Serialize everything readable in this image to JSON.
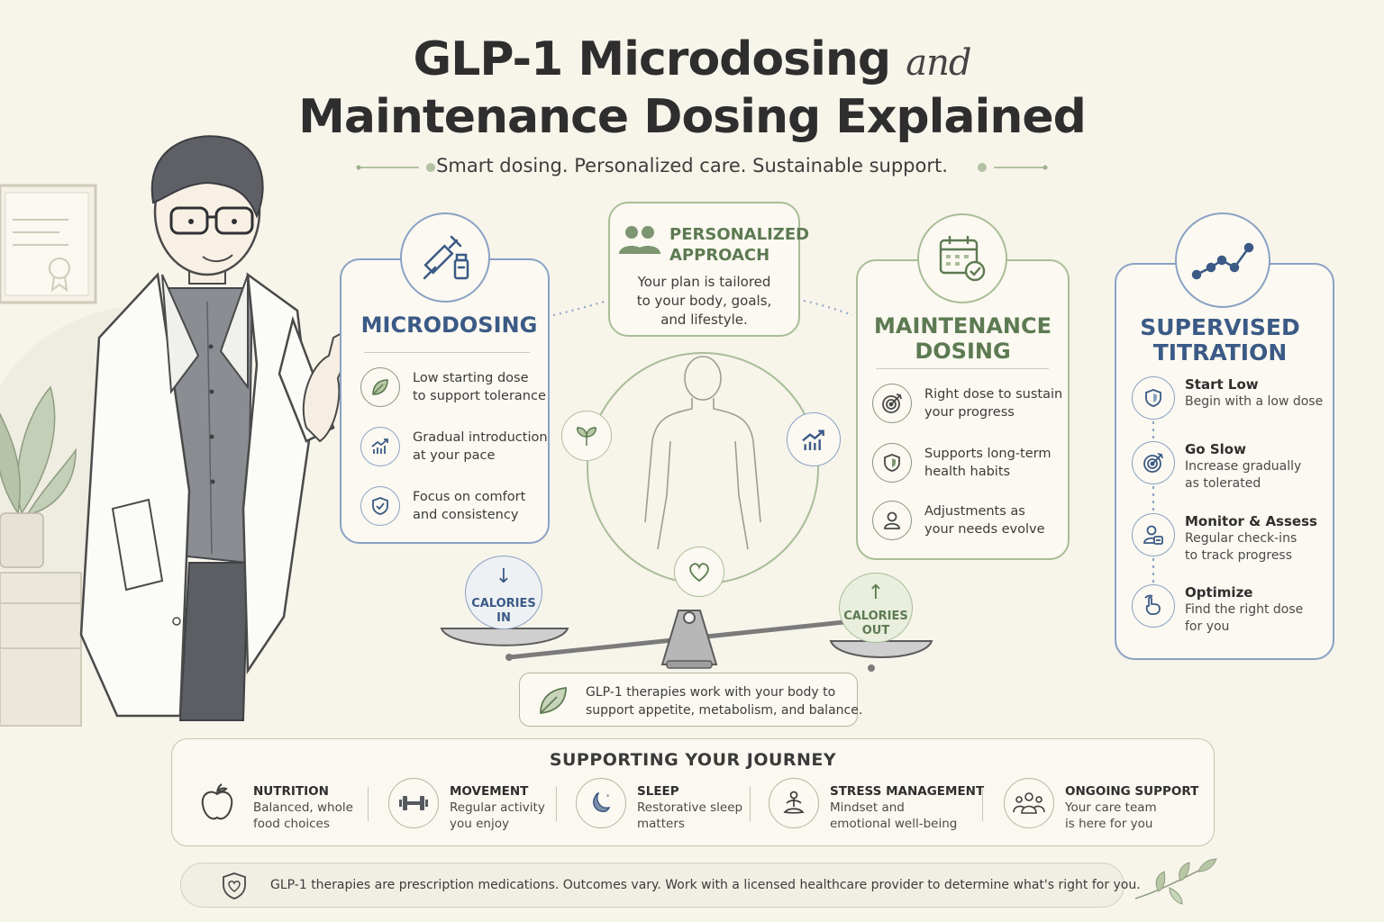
{
  "title": {
    "line1_main": "GLP-1 Microdosing",
    "line1_and": "and",
    "line2": "Maintenance Dosing Explained",
    "tagline": "Smart dosing. Personalized care. Sustainable support."
  },
  "microdosing": {
    "heading": "MICRODOSING",
    "icon": "syringe-vial-icon",
    "items": [
      {
        "icon": "leaf-icon",
        "line1": "Low starting dose",
        "line2": "to support tolerance"
      },
      {
        "icon": "chart-up-icon",
        "line1": "Gradual introduction",
        "line2": "at your pace"
      },
      {
        "icon": "shield-check-icon",
        "line1": "Focus on comfort",
        "line2": "and consistency"
      }
    ]
  },
  "personalized": {
    "heading_line1": "PERSONALIZED",
    "heading_line2": "APPROACH",
    "line1": "Your plan is tailored",
    "line2": "to your body, goals,",
    "line3": "and lifestyle."
  },
  "maintenance": {
    "heading_line1": "MAINTENANCE",
    "heading_line2": "DOSING",
    "icon": "calendar-check-icon",
    "items": [
      {
        "icon": "target-icon",
        "line1": "Right dose to sustain",
        "line2": "your progress"
      },
      {
        "icon": "shield-icon",
        "line1": "Supports long-term",
        "line2": "health habits"
      },
      {
        "icon": "person-icon",
        "line1": "Adjustments as",
        "line2": "your needs evolve"
      }
    ]
  },
  "titration": {
    "heading_line1": "SUPERVISED",
    "heading_line2": "TITRATION",
    "icon": "trend-line-icon",
    "steps": [
      {
        "icon": "shield-icon",
        "title": "Start Low",
        "line1": "Begin with a low dose",
        "line2": ""
      },
      {
        "icon": "target-icon",
        "title": "Go Slow",
        "line1": "Increase gradually",
        "line2": "as tolerated"
      },
      {
        "icon": "person-check-icon",
        "title": "Monitor & Assess",
        "line1": "Regular check-ins",
        "line2": "to track progress"
      },
      {
        "icon": "hand-icon",
        "title": "Optimize",
        "line1": "Find the right dose",
        "line2": "for you"
      }
    ]
  },
  "balance": {
    "calories_in": {
      "line1": "CALORIES",
      "line2": "IN"
    },
    "calories_out": {
      "line1": "CALORIES",
      "line2": "OUT"
    },
    "note_line1": "GLP-1 therapies work with your body to",
    "note_line2": "support appetite, metabolism, and balance."
  },
  "support": {
    "title": "SUPPORTING YOUR JOURNEY",
    "items": [
      {
        "icon": "apple-icon",
        "title": "NUTRITION",
        "line1": "Balanced, whole",
        "line2": "food choices"
      },
      {
        "icon": "dumbbell-icon",
        "title": "MOVEMENT",
        "line1": "Regular activity",
        "line2": "you enjoy"
      },
      {
        "icon": "moon-icon",
        "title": "SLEEP",
        "line1": "Restorative sleep",
        "line2": "matters"
      },
      {
        "icon": "meditation-icon",
        "title": "STRESS MANAGEMENT",
        "line1": "Mindset and",
        "line2": "emotional well-being"
      },
      {
        "icon": "group-icon",
        "title": "ONGOING SUPPORT",
        "line1": "Your care team",
        "line2": "is here for you"
      }
    ]
  },
  "disclaimer": "GLP-1 therapies are prescription medications. Outcomes vary. Work with a licensed healthcare provider to determine what's right for you.",
  "colors": {
    "blue": "#3b5a86",
    "green": "#5d7a52",
    "background": "#f7f4ea"
  }
}
